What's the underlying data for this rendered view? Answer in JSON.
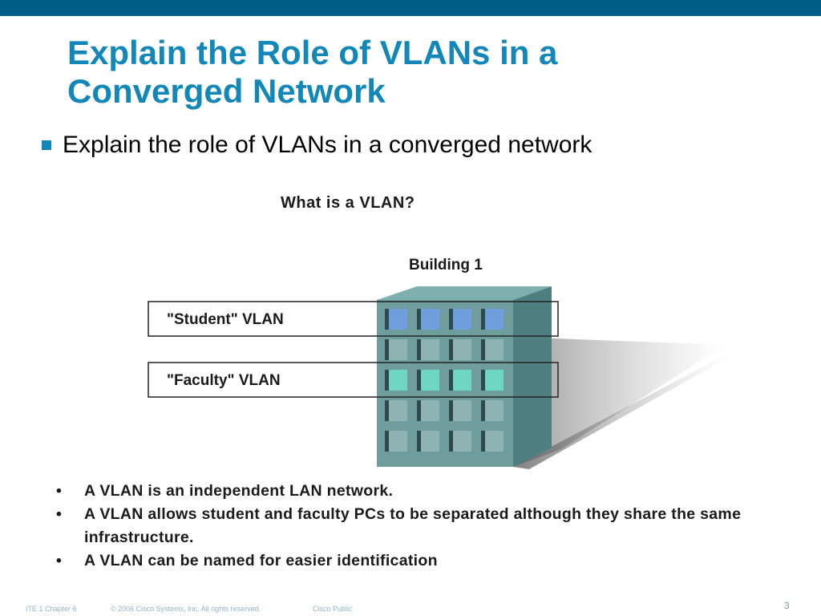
{
  "slide": {
    "title_line1": "Explain the Role of VLANs in a",
    "title_line2": "Converged Network",
    "bullet": "Explain the role of VLANs in a converged network"
  },
  "diagram": {
    "title": "What is a VLAN?",
    "building_label": "Building 1",
    "vlan_student": "\"Student\" VLAN",
    "vlan_faculty": "\"Faculty\" VLAN",
    "colors": {
      "building_front": "#6f9d9d",
      "building_side": "#4f7f80",
      "window_student": "#6e9fdc",
      "window_faculty": "#6fd6c4",
      "window_plain": "#8fb3b3"
    },
    "bullets": [
      "A VLAN is an independent LAN network.",
      "A VLAN allows student and faculty PCs to be separated although they share the same infrastructure.",
      "A VLAN can be named for easier identification"
    ]
  },
  "footer": {
    "chapter": "ITE 1 Chapter 6",
    "copyright": "© 2006 Cisco Systems, Inc. All rights reserved.",
    "classification": "Cisco Public",
    "page_number": "3"
  }
}
